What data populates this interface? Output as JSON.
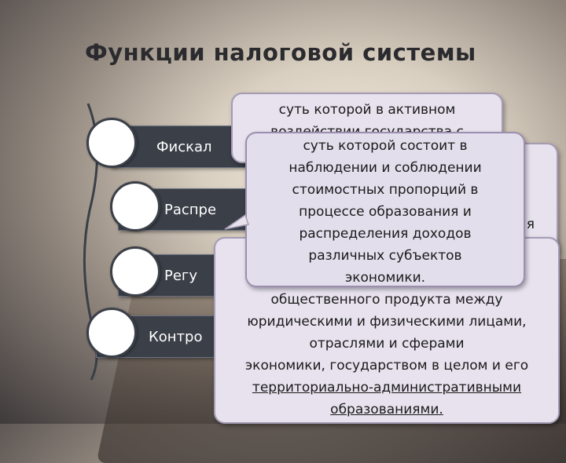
{
  "slide": {
    "title": "Функции налоговой системы"
  },
  "functions": [
    {
      "label": "Фискал"
    },
    {
      "label": "Распре"
    },
    {
      "label": "Регу"
    },
    {
      "label": "Контро"
    }
  ],
  "callouts": {
    "back1": {
      "line1": "суть которой в активном",
      "line2": "воздействии государства с"
    },
    "front": {
      "lines": [
        "суть которой состоит в",
        "наблюдении и соблюдении",
        "стоимостных пропорций в",
        "процессе образования и",
        "распределения доходов",
        "различных субъектов",
        "экономики."
      ]
    },
    "lower": {
      "partial": "я",
      "lines": [
        "общественного продукта между",
        "юридическими и физическими лицами,",
        "отраслями и сферами",
        "экономики, государством в целом и его",
        "территориально-административными",
        "образованиями."
      ]
    }
  }
}
